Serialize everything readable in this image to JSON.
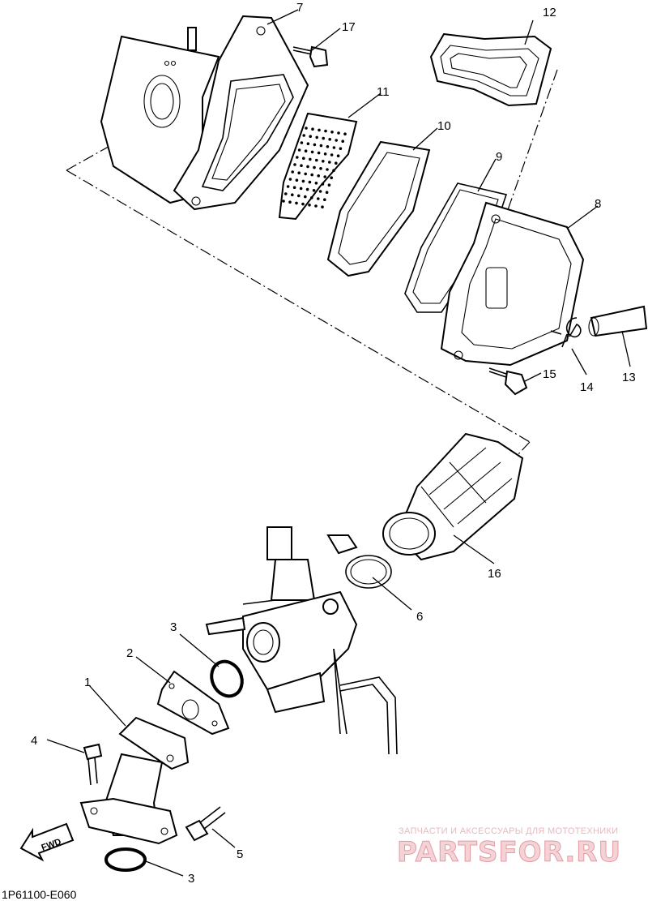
{
  "diagram": {
    "callouts": [
      {
        "id": "c7",
        "label": "7"
      },
      {
        "id": "c17",
        "label": "17"
      },
      {
        "id": "c12",
        "label": "12"
      },
      {
        "id": "c11",
        "label": "11"
      },
      {
        "id": "c10",
        "label": "10"
      },
      {
        "id": "c9",
        "label": "9"
      },
      {
        "id": "c8",
        "label": "8"
      },
      {
        "id": "c15",
        "label": "15"
      },
      {
        "id": "c14",
        "label": "14"
      },
      {
        "id": "c13",
        "label": "13"
      },
      {
        "id": "c16",
        "label": "16"
      },
      {
        "id": "c6",
        "label": "6"
      },
      {
        "id": "c3a",
        "label": "3"
      },
      {
        "id": "c2",
        "label": "2"
      },
      {
        "id": "c1",
        "label": "1"
      },
      {
        "id": "c4",
        "label": "4"
      },
      {
        "id": "c5",
        "label": "5"
      },
      {
        "id": "c3b",
        "label": "3"
      }
    ],
    "fwd_label": "FWD",
    "diagram_code": "1P61100-E060"
  },
  "watermark": {
    "tagline": "ЗАПЧАСТИ И АКСЕССУАРЫ ДЛЯ МОТОТЕХНИКИ",
    "logo": "PARTSFOR.RU"
  }
}
